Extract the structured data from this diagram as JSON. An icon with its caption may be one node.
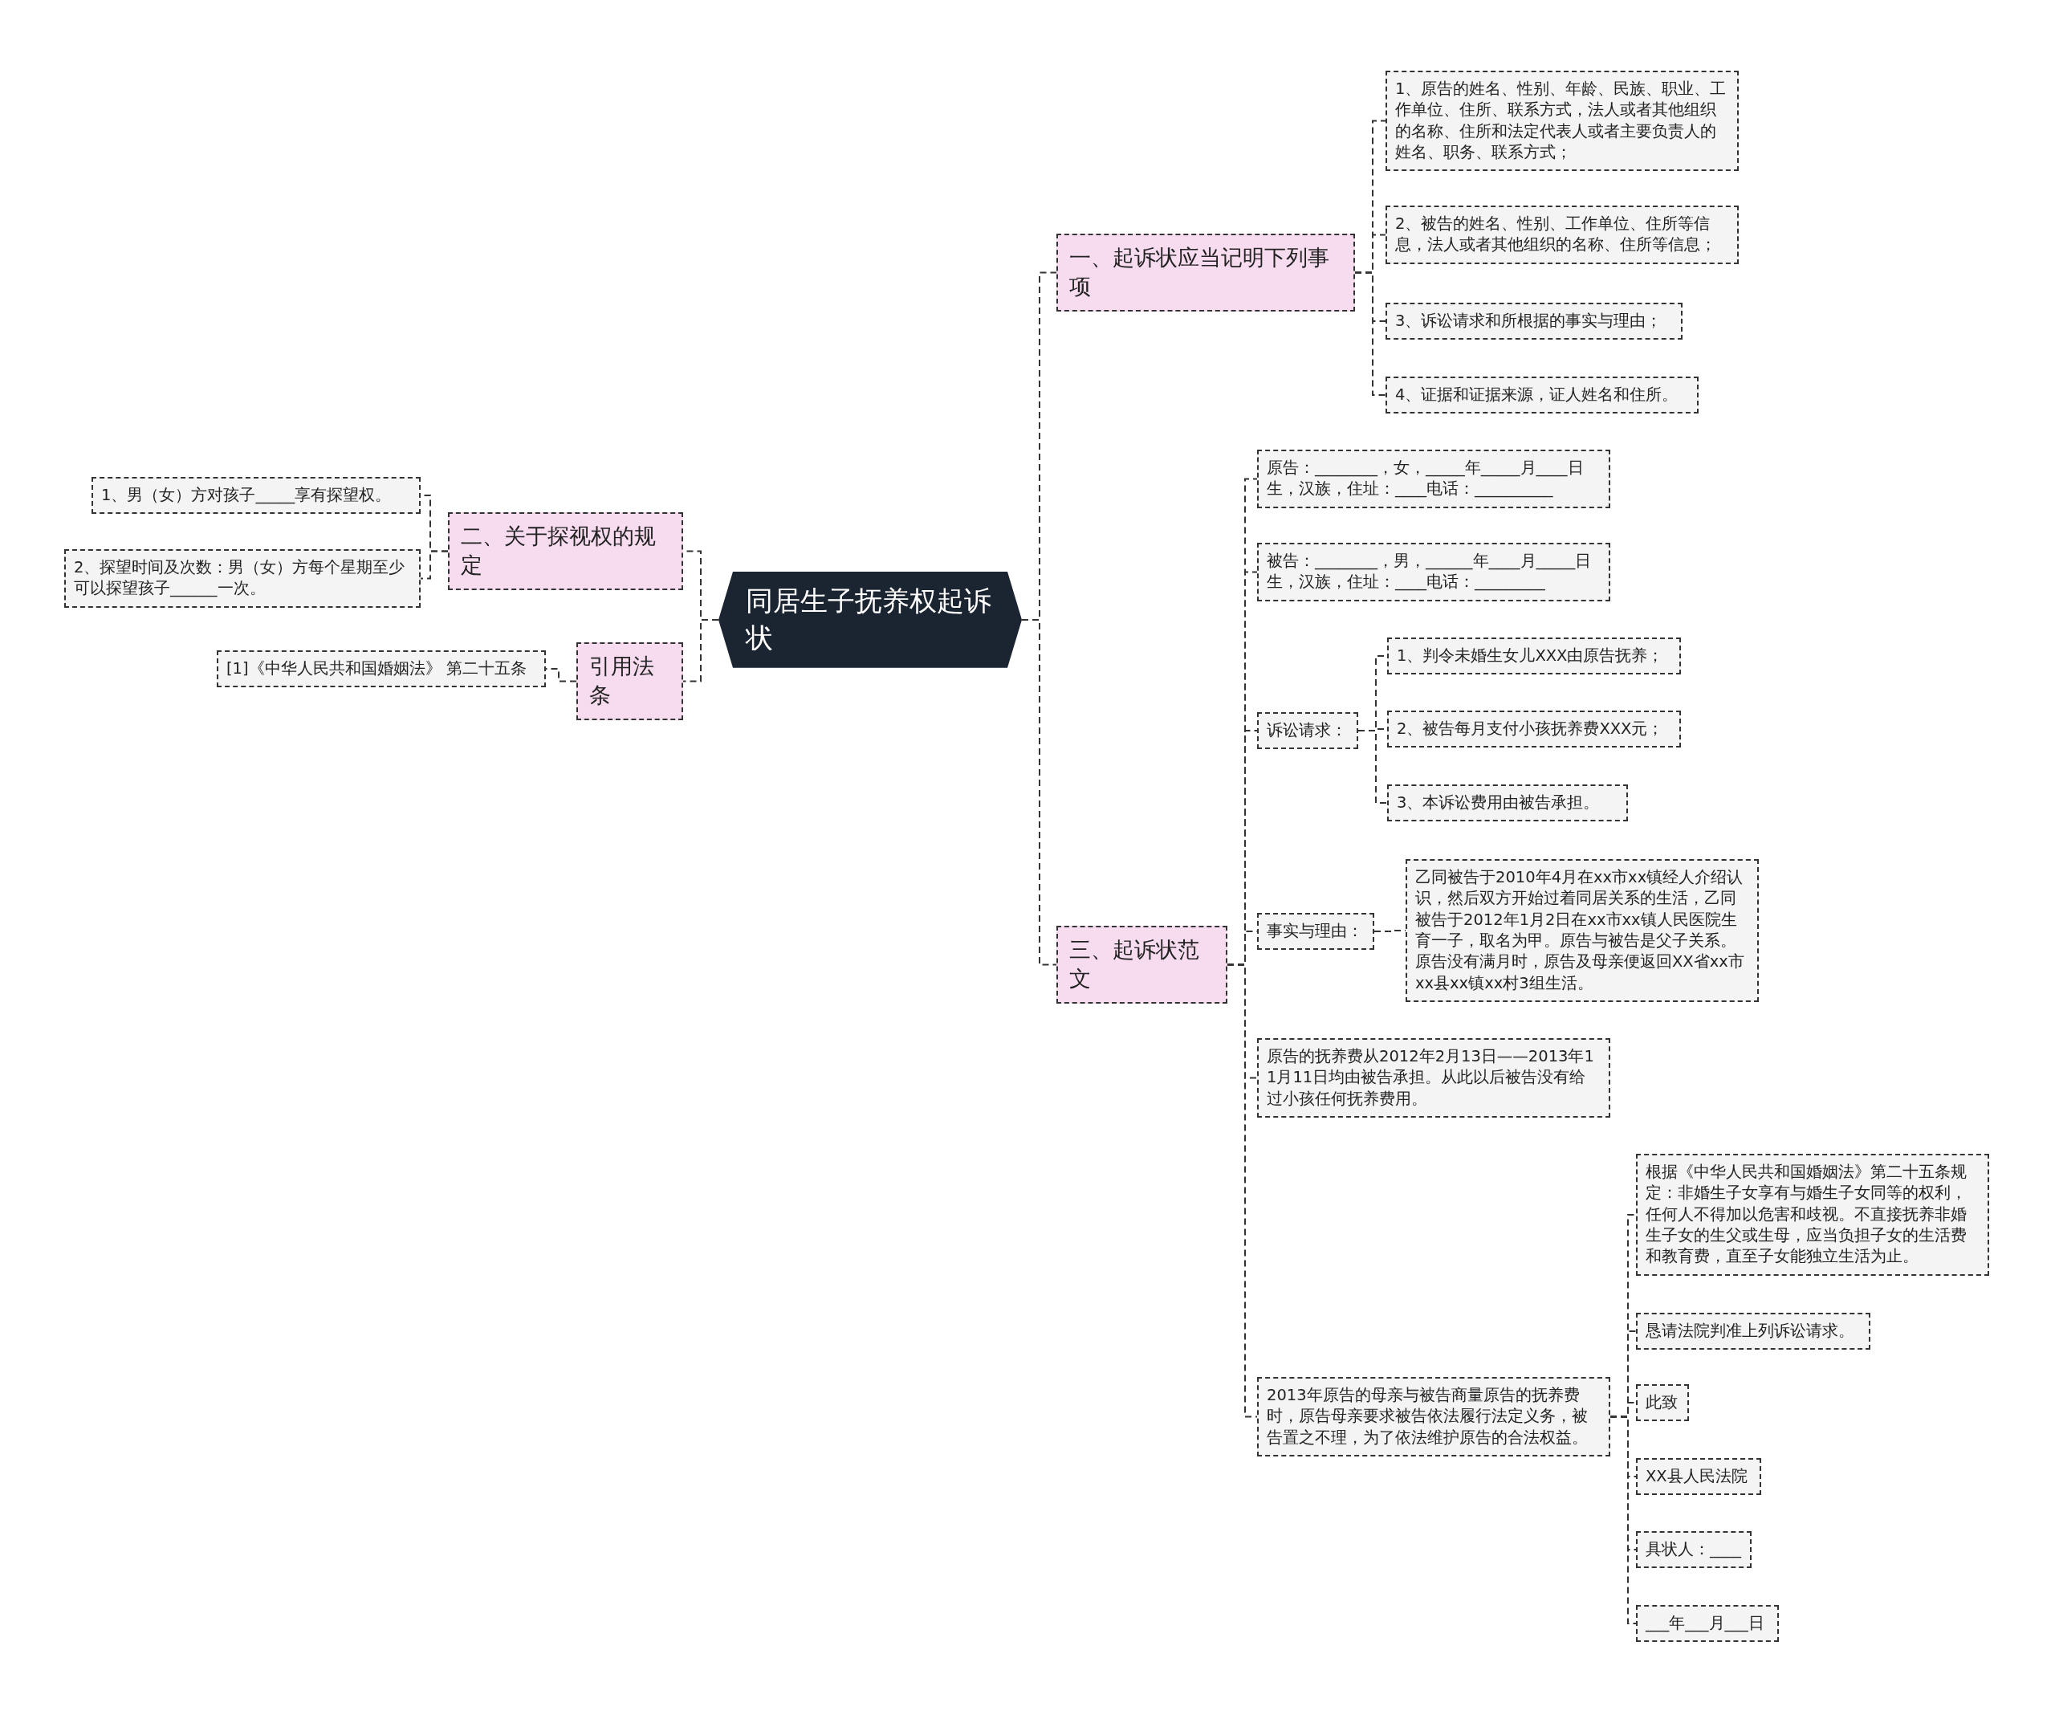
{
  "diagram": {
    "nodes": [
      {
        "text": [
          "同居生子抚养权起诉状"
        ]
      },
      {
        "text": [
          "一、起诉状应当记明下列事项"
        ]
      },
      {
        "text": [
          "1、原告的姓名、性别、年龄、民族、职业、工作单位、住所、联系方式，法人或者其他组织的名称、住所和法定代表人或者主要负责人的姓名、职务、联系方式；"
        ]
      },
      {
        "text": [
          "2、被告的姓名、性别、工作单位、住所等信息，法人或者其他组织的名称、住所等信息；"
        ]
      },
      {
        "text": [
          "3、诉讼请求和所根据的事实与理由；"
        ]
      },
      {
        "text": [
          "4、证据和证据来源，证人姓名和住所。"
        ]
      },
      {
        "text": [
          "二、关于探视权的规定"
        ]
      },
      {
        "text": [
          "1、男（女）方对孩子_____享有探望权。"
        ]
      },
      {
        "text": [
          "2、探望时间及次数：男（女）方每个星期至少可以探望孩子______一次。"
        ]
      },
      {
        "text": [
          "引用法条"
        ]
      },
      {
        "text": [
          "[1]《中华人民共和国婚姻法》 第二十五条"
        ]
      },
      {
        "text": [
          "三、起诉状范文"
        ]
      },
      {
        "text": [
          "原告：________，女，_____年_____月____日生，汉族，住址：____电话：__________"
        ]
      },
      {
        "text": [
          "被告：________，男，______年____月_____日生，汉族，住址：____电话：_________"
        ]
      },
      {
        "text": [
          "诉讼请求："
        ]
      },
      {
        "text": [
          "1、判令未婚生女儿XXX由原告抚养；"
        ]
      },
      {
        "text": [
          "2、被告每月支付小孩抚养费XXX元；"
        ]
      },
      {
        "text": [
          "3、本诉讼费用由被告承担。"
        ]
      },
      {
        "text": [
          "事实与理由："
        ]
      },
      {
        "text": [
          "乙同被告于2010年4月在xx市xx镇经人介绍认识，然后双方开始过着同居关系的生活，乙同被告于2012年1月2日在xx市xx镇人民医院生育一子，取名为甲。原告与被告是父子关系。原告没有满月时，原告及母亲便返回XX省xx市xx县xx镇xx村3组生活。"
        ]
      },
      {
        "text": [
          "原告的抚养费从2012年2月13日——2013年11月11日均由被告承担。从此以后被告没有给过小孩任何抚养费用。"
        ]
      },
      {
        "text": [
          "2013年原告的母亲与被告商量原告的抚养费时，原告母亲要求被告依法履行法定义务，被告置之不理，为了依法维护原告的合法权益。"
        ]
      },
      {
        "text": [
          "根据《中华人民共和国婚姻法》第二十五条规定：非婚生子女享有与婚生子女同等的权利，任何人不得加以危害和歧视。不直接抚养非婚生子女的生父或生母，应当负担子女的生活费和教育费，直至子女能独立生活为止。"
        ]
      },
      {
        "text": [
          "恳请法院判准上列诉讼请求。"
        ]
      },
      {
        "text": [
          "此致"
        ]
      },
      {
        "text": [
          "XX县人民法院"
        ]
      },
      {
        "text": [
          "具状人：____"
        ]
      },
      {
        "text": [
          "___年___月___日"
        ]
      }
    ],
    "edges": [
      {
        "from": 0,
        "to": 1,
        "arrow": "none"
      },
      {
        "from": 0,
        "to": 11,
        "arrow": "none"
      },
      {
        "from": 0,
        "to": 6,
        "arrow": "none"
      },
      {
        "from": 0,
        "to": 9,
        "arrow": "none"
      },
      {
        "from": 1,
        "to": 2,
        "arrow": "none"
      },
      {
        "from": 1,
        "to": 3,
        "arrow": "none"
      },
      {
        "from": 1,
        "to": 4,
        "arrow": "none"
      },
      {
        "from": 1,
        "to": 5,
        "arrow": "none"
      },
      {
        "from": 6,
        "to": 7,
        "arrow": "none"
      },
      {
        "from": 6,
        "to": 8,
        "arrow": "none"
      },
      {
        "from": 9,
        "to": 10,
        "arrow": "none"
      },
      {
        "from": 11,
        "to": 12,
        "arrow": "none"
      },
      {
        "from": 11,
        "to": 13,
        "arrow": "none"
      },
      {
        "from": 11,
        "to": 14,
        "arrow": "none"
      },
      {
        "from": 14,
        "to": 15,
        "arrow": "none"
      },
      {
        "from": 14,
        "to": 16,
        "arrow": "none"
      },
      {
        "from": 14,
        "to": 17,
        "arrow": "none"
      },
      {
        "from": 11,
        "to": 18,
        "arrow": "none"
      },
      {
        "from": 18,
        "to": 19,
        "arrow": "none"
      },
      {
        "from": 11,
        "to": 20,
        "arrow": "none"
      },
      {
        "from": 11,
        "to": 21,
        "arrow": "none"
      },
      {
        "from": 21,
        "to": 22,
        "arrow": "none"
      },
      {
        "from": 21,
        "to": 23,
        "arrow": "none"
      },
      {
        "from": 21,
        "to": 24,
        "arrow": "none"
      },
      {
        "from": 21,
        "to": 25,
        "arrow": "none"
      },
      {
        "from": 21,
        "to": 26,
        "arrow": "none"
      },
      {
        "from": 21,
        "to": 27,
        "arrow": "none"
      }
    ]
  }
}
